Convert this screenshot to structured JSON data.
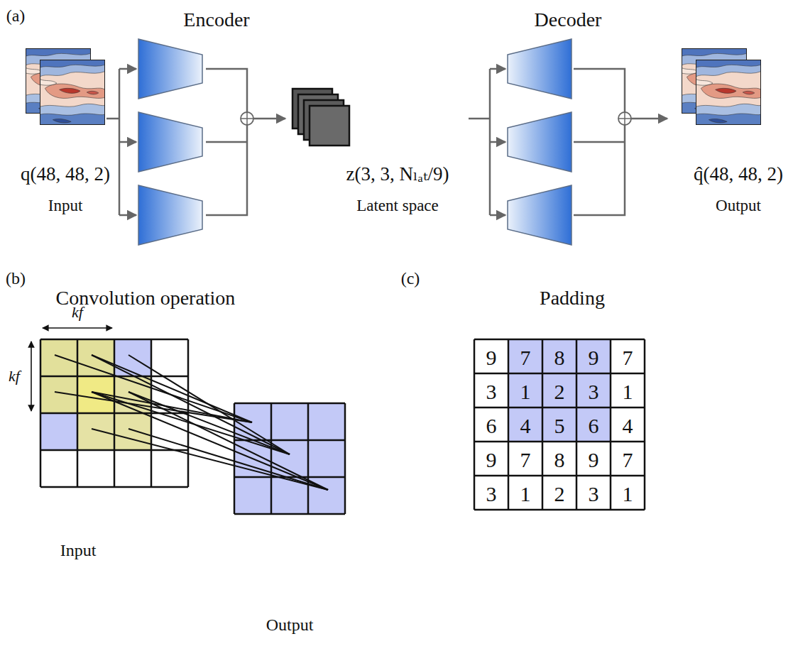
{
  "diagram": {
    "labels": [
      "(a)",
      "Encoder",
      "Decoder",
      "q(48, 48, 2)",
      "Input",
      "z(3, 3, Nₗₐₜ/9)",
      "Latent space",
      "q̂(48, 48, 2)",
      "Output",
      "(b)",
      "Convolution operation",
      "kf",
      "kf",
      "Input",
      "Output",
      "(c)",
      "Padding",
      "9",
      "7",
      "8",
      "9",
      "7",
      "3",
      "1",
      "2",
      "3",
      "1",
      "6",
      "4",
      "5",
      "6",
      "4",
      "9",
      "7",
      "8",
      "9",
      "7",
      "3",
      "1",
      "2",
      "3",
      "1"
    ]
  }
}
